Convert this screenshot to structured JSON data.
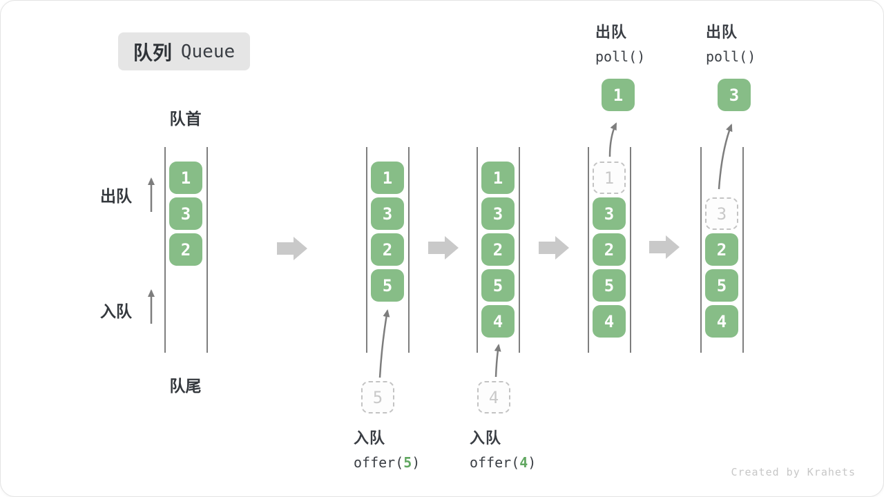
{
  "title": {
    "zh": "队列",
    "en": "Queue"
  },
  "side_labels": {
    "front": "队首",
    "rear": "队尾",
    "dequeue": "出队",
    "enqueue": "入队"
  },
  "watermark": "Created by Krahets",
  "colors": {
    "box_green": "#87bd87",
    "code_num_green": "#61a761",
    "ghost_border": "#c3c3c3",
    "ghost_text": "#c9c9c9",
    "thin_arrow_gray": "#7d7d7d",
    "block_arrow_gray": "#c9c9c9",
    "text_dark": "#3a3e44",
    "title_box_bg": "#e5e5e5"
  },
  "columns": [
    {
      "name": "queue-state-initial",
      "slots": [
        {
          "slot": 0,
          "value": "1",
          "ghost": false
        },
        {
          "slot": 1,
          "value": "3",
          "ghost": false
        },
        {
          "slot": 2,
          "value": "2",
          "ghost": false
        }
      ]
    },
    {
      "name": "queue-state-after-offer-5",
      "slots": [
        {
          "slot": 0,
          "value": "1",
          "ghost": false
        },
        {
          "slot": 1,
          "value": "3",
          "ghost": false
        },
        {
          "slot": 2,
          "value": "2",
          "ghost": false
        },
        {
          "slot": 3,
          "value": "5",
          "ghost": false
        }
      ],
      "incoming": {
        "value": "5"
      },
      "op": {
        "zh": "入队",
        "code": [
          {
            "t": "offer(",
            "c": "plain"
          },
          {
            "t": "5",
            "c": "green"
          },
          {
            "t": ")",
            "c": "plain"
          }
        ],
        "pos": "below"
      }
    },
    {
      "name": "queue-state-after-offer-4",
      "slots": [
        {
          "slot": 0,
          "value": "1",
          "ghost": false
        },
        {
          "slot": 1,
          "value": "3",
          "ghost": false
        },
        {
          "slot": 2,
          "value": "2",
          "ghost": false
        },
        {
          "slot": 3,
          "value": "5",
          "ghost": false
        },
        {
          "slot": 4,
          "value": "4",
          "ghost": false
        }
      ],
      "incoming": {
        "value": "4"
      },
      "op": {
        "zh": "入队",
        "code": [
          {
            "t": "offer(",
            "c": "plain"
          },
          {
            "t": "4",
            "c": "green"
          },
          {
            "t": ")",
            "c": "plain"
          }
        ],
        "pos": "below"
      }
    },
    {
      "name": "queue-state-after-poll-1",
      "slots": [
        {
          "slot": 0,
          "value": "1",
          "ghost": true
        },
        {
          "slot": 1,
          "value": "3",
          "ghost": false
        },
        {
          "slot": 2,
          "value": "2",
          "ghost": false
        },
        {
          "slot": 3,
          "value": "5",
          "ghost": false
        },
        {
          "slot": 4,
          "value": "4",
          "ghost": false
        }
      ],
      "outgoing": {
        "value": "1"
      },
      "op": {
        "zh": "出队",
        "code": [
          {
            "t": "poll()",
            "c": "plain"
          }
        ],
        "pos": "above"
      }
    },
    {
      "name": "queue-state-after-poll-3",
      "slots": [
        {
          "slot": 1,
          "value": "3",
          "ghost": true
        },
        {
          "slot": 2,
          "value": "2",
          "ghost": false
        },
        {
          "slot": 3,
          "value": "5",
          "ghost": false
        },
        {
          "slot": 4,
          "value": "4",
          "ghost": false
        }
      ],
      "outgoing": {
        "value": "3"
      },
      "op": {
        "zh": "出队",
        "code": [
          {
            "t": "poll()",
            "c": "plain"
          }
        ],
        "pos": "above"
      }
    }
  ]
}
